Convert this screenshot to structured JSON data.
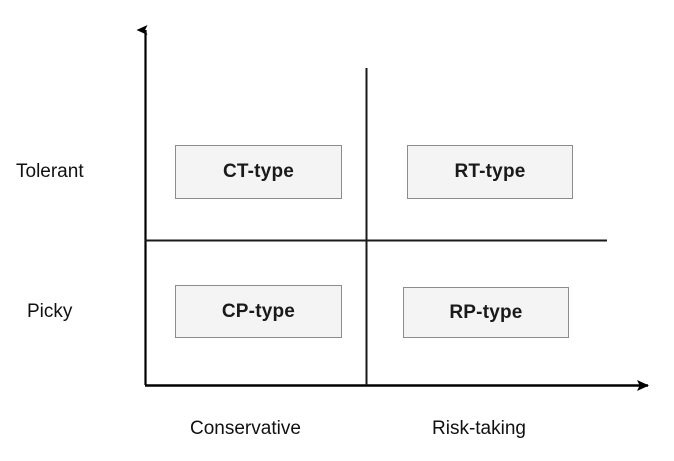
{
  "diagram": {
    "type": "2x2-matrix",
    "background_color": "#ffffff",
    "axis_color": "#000000",
    "divider_color": "#1a1a1a",
    "box_fill_color": "#f4f4f4",
    "box_border_color": "#8c8c8c",
    "box_text_color": "#1a1a1a",
    "label_text_color": "#111111"
  },
  "axes": {
    "y_axis": {
      "name": "vertical-axis",
      "has_arrow_head": true,
      "tick_labels": [
        {
          "id": "tolerant",
          "text": "Tolerant",
          "position": "upper"
        },
        {
          "id": "picky",
          "text": "Picky",
          "position": "lower"
        }
      ]
    },
    "x_axis": {
      "name": "horizontal-axis",
      "has_arrow_head": true,
      "tick_labels": [
        {
          "id": "conservative",
          "text": "Conservative",
          "position": "left"
        },
        {
          "id": "risk_taking",
          "text": "Risk-taking",
          "position": "right"
        }
      ]
    }
  },
  "quadrants": [
    {
      "id": "ct",
      "label": "CT-type",
      "row": "Tolerant",
      "column": "Conservative"
    },
    {
      "id": "rt",
      "label": "RT-type",
      "row": "Tolerant",
      "column": "Risk-taking"
    },
    {
      "id": "cp",
      "label": "CP-type",
      "row": "Picky",
      "column": "Conservative"
    },
    {
      "id": "rp",
      "label": "RP-type",
      "row": "Picky",
      "column": "Risk-taking"
    }
  ]
}
